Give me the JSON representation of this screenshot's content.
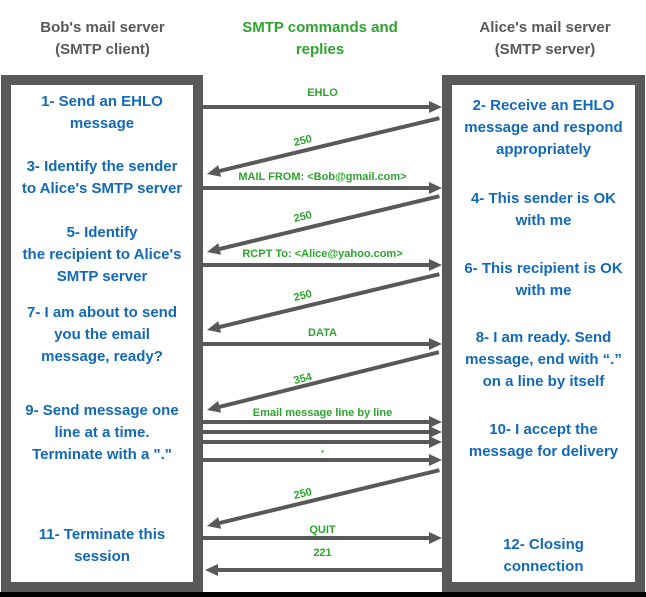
{
  "headers": {
    "client": "Bob's mail server\n(SMTP client)",
    "middle": "SMTP commands and\nreplies",
    "server": "Alice's mail server\n(SMTP server)"
  },
  "client_box": {
    "steps": [
      "1- Send an EHLO\nmessage",
      "3- Identify the sender\nto Alice's SMTP server",
      "5- Identify\nthe recipient to Alice's\nSMTP server",
      "7- I am about to send\nyou the email\nmessage, ready?",
      "9- Send message one\nline at a time.\nTerminate with a \".\"",
      "11- Terminate this\nsession"
    ]
  },
  "server_box": {
    "steps": [
      "2- Receive an EHLO\nmessage and respond\nappropriately",
      "4- This sender is OK\nwith me",
      "6- This recipient is OK\nwith me",
      "8-  I am ready. Send\nmessage, end with “.”\non a line by itself",
      "10-  I accept the\nmessage for delivery",
      "12-  Closing\nconnection"
    ]
  },
  "messages": [
    {
      "label": "EHLO",
      "direction": "client-to-server"
    },
    {
      "label": "250",
      "direction": "server-to-client"
    },
    {
      "label": "MAIL FROM: <Bob@gmail.com>",
      "direction": "client-to-server"
    },
    {
      "label": "250",
      "direction": "server-to-client"
    },
    {
      "label": "RCPT To: <Alice@yahoo.com>",
      "direction": "client-to-server"
    },
    {
      "label": "250",
      "direction": "server-to-client"
    },
    {
      "label": "DATA",
      "direction": "client-to-server"
    },
    {
      "label": "354",
      "direction": "server-to-client"
    },
    {
      "label": "Email message line by line",
      "direction": "client-to-server"
    },
    {
      "label": "",
      "direction": "client-to-server"
    },
    {
      "label": "",
      "direction": "client-to-server"
    },
    {
      "label": "▪",
      "direction": "client-to-server"
    },
    {
      "label": "250",
      "direction": "server-to-client"
    },
    {
      "label": "QUIT",
      "direction": "client-to-server"
    },
    {
      "label": "221",
      "direction": "server-to-client"
    }
  ],
  "colors": {
    "step_text_blue": "#1269b8",
    "label_green": "#2da42d",
    "frame_gray": "#595959",
    "bottom_bar_black": "#000000"
  }
}
